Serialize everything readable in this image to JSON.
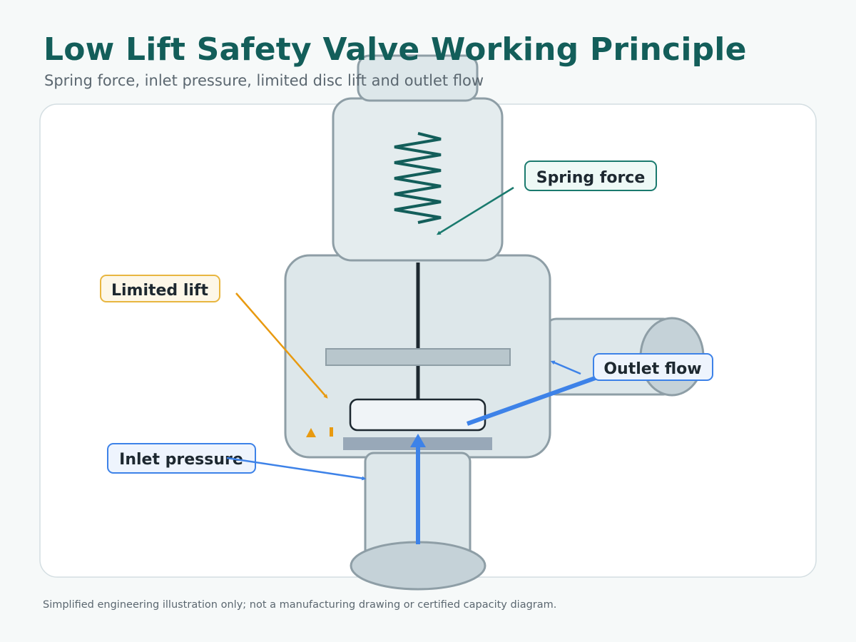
{
  "title": "Low Lift Safety Valve Working Principle",
  "subtitle": "Spring force, inlet pressure, limited disc lift and outlet flow",
  "footnote": "Simplified engineering illustration only; not a manufacturing drawing or certified capacity diagram.",
  "labels": {
    "spring_force": "Spring force",
    "limited_lift": "Limited lift",
    "outlet_flow": "Outlet flow",
    "inlet_pressure": "Inlet pressure"
  },
  "colors": {
    "title": "#135e5a",
    "spring": "#135e5a",
    "spring_callout": "#1a7a6e",
    "lift_callout": "#e89a10",
    "flow_callout": "#3d82e8",
    "body_fill": "#dde7ea",
    "body_stroke": "#8e9ea6"
  }
}
